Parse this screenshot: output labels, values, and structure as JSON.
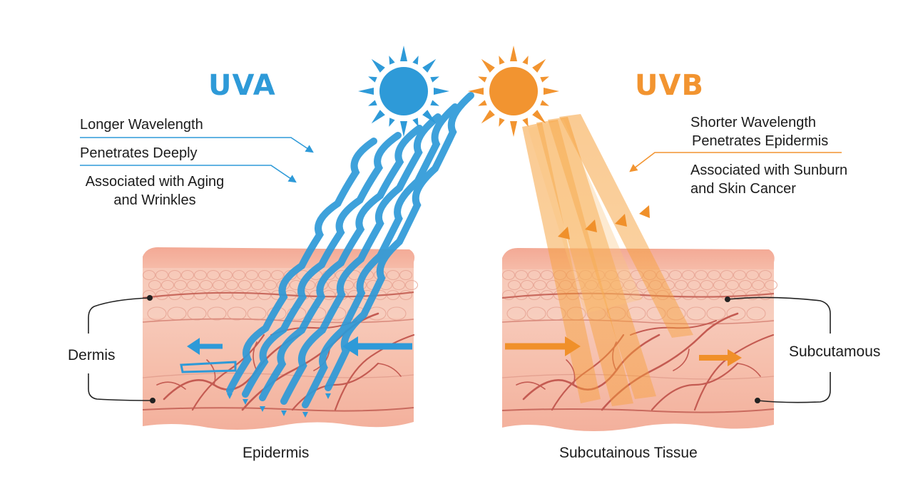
{
  "colors": {
    "uva": "#2e9ad8",
    "uvb": "#f29430",
    "skin_surface": "#f2a593",
    "skin_mid": "#f7c7b5",
    "skin_lower": "#f5b7a1",
    "vessel": "#c45b52",
    "callout_line": "#222222"
  },
  "uva": {
    "title": "UVA",
    "line1": "Longer Wavelength",
    "line2": "Penetrates Deeply",
    "line3a": "Associated with Aging",
    "line3b": "and Wrinkles",
    "sun_icon": "sun-icon"
  },
  "uvb": {
    "title": "UVB",
    "line1": "Shorter Wavelength",
    "line2": "Penetrates Epidermis",
    "line3a": "Associated with Sunburn",
    "line3b": "and Skin Cancer",
    "sun_icon": "sun-icon"
  },
  "layers": {
    "left_side": "Dermis",
    "right_side": "Subcutamous",
    "bottom_left": "Epidermis",
    "bottom_right": "Subcutainous Tissue"
  }
}
